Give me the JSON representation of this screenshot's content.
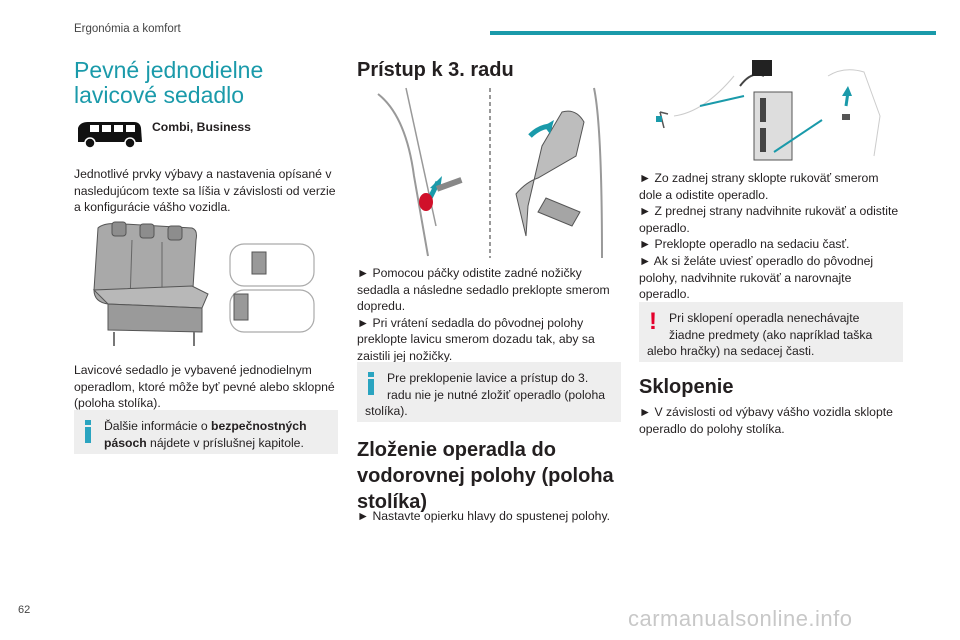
{
  "header": {
    "section": "Ergonómia a komfort"
  },
  "page_number": "62",
  "watermark": "carmanualsonline.info",
  "col1": {
    "title_line1": "Pevné jednodielne",
    "title_line2": "lavicové sedadlo",
    "versions": "Combi, Business",
    "intro_l1": "Jednotlivé prvky výbavy a nastavenia opísané v",
    "intro_l2": "nasledujúcom texte sa líšia v závislosti od verzie",
    "intro_l3": "a konfigurácie vášho vozidla.",
    "desc_l1": "Lavicové sedadlo je vybavené jednodielnym",
    "desc_l2": "operadlom, ktoré môže byť pevné alebo sklopné",
    "desc_l3": "(poloha stolíka).",
    "note_pre": "Ďalšie informácie o ",
    "note_bold1": "bezpečnostných",
    "note_bold2": "pásoch",
    "note_post": " nájdete v príslušnej kapitole."
  },
  "col2": {
    "title": "Prístup k 3. radu",
    "s1_l1": "► Pomocou páčky odistite zadné nožičky",
    "s1_l2": "sedadla a následne sedadlo preklopte smerom",
    "s1_l3": "dopredu.",
    "s2_l1": "► Pri vrátení sedadla do pôvodnej polohy",
    "s2_l2": "preklopte lavicu smerom dozadu tak, aby sa",
    "s2_l3": "zaistili jej nožičky.",
    "note_l1": "Pre preklopenie lavice a prístup do 3.",
    "note_l2": "radu nie je nutné zložiť operadlo (poloha",
    "note_l3": "stolíka).",
    "title2_l1": "Zloženie operadla do",
    "title2_l2": "vodorovnej polohy (poloha",
    "title2_l3": "stolíka)",
    "s3": "► Nastavte opierku hlavy do spustenej polohy."
  },
  "col3": {
    "s1_l1": "► Zo zadnej strany sklopte rukoväť smerom",
    "s1_l2": "dole a odistite operadlo.",
    "s2_l1": "► Z prednej strany nadvihnite rukoväť a odistite",
    "s2_l2": "operadlo.",
    "s3": "► Preklopte operadlo na sedaciu časť.",
    "s4_l1": "► Ak si želáte uviesť operadlo do pôvodnej",
    "s4_l2": "polohy, nadvihnite rukoväť a narovnajte",
    "s4_l3": "operadlo.",
    "warn_l1": "Pri sklopení operadla nenechávajte",
    "warn_l2": "žiadne predmety (ako napríklad taška",
    "warn_l3": "alebo hračky) na sedacej časti.",
    "title": "Sklopenie",
    "s5_l1": "► V závislosti od výbavy vášho vozidla sklopte",
    "s5_l2": "operadlo do polohy stolíka."
  }
}
